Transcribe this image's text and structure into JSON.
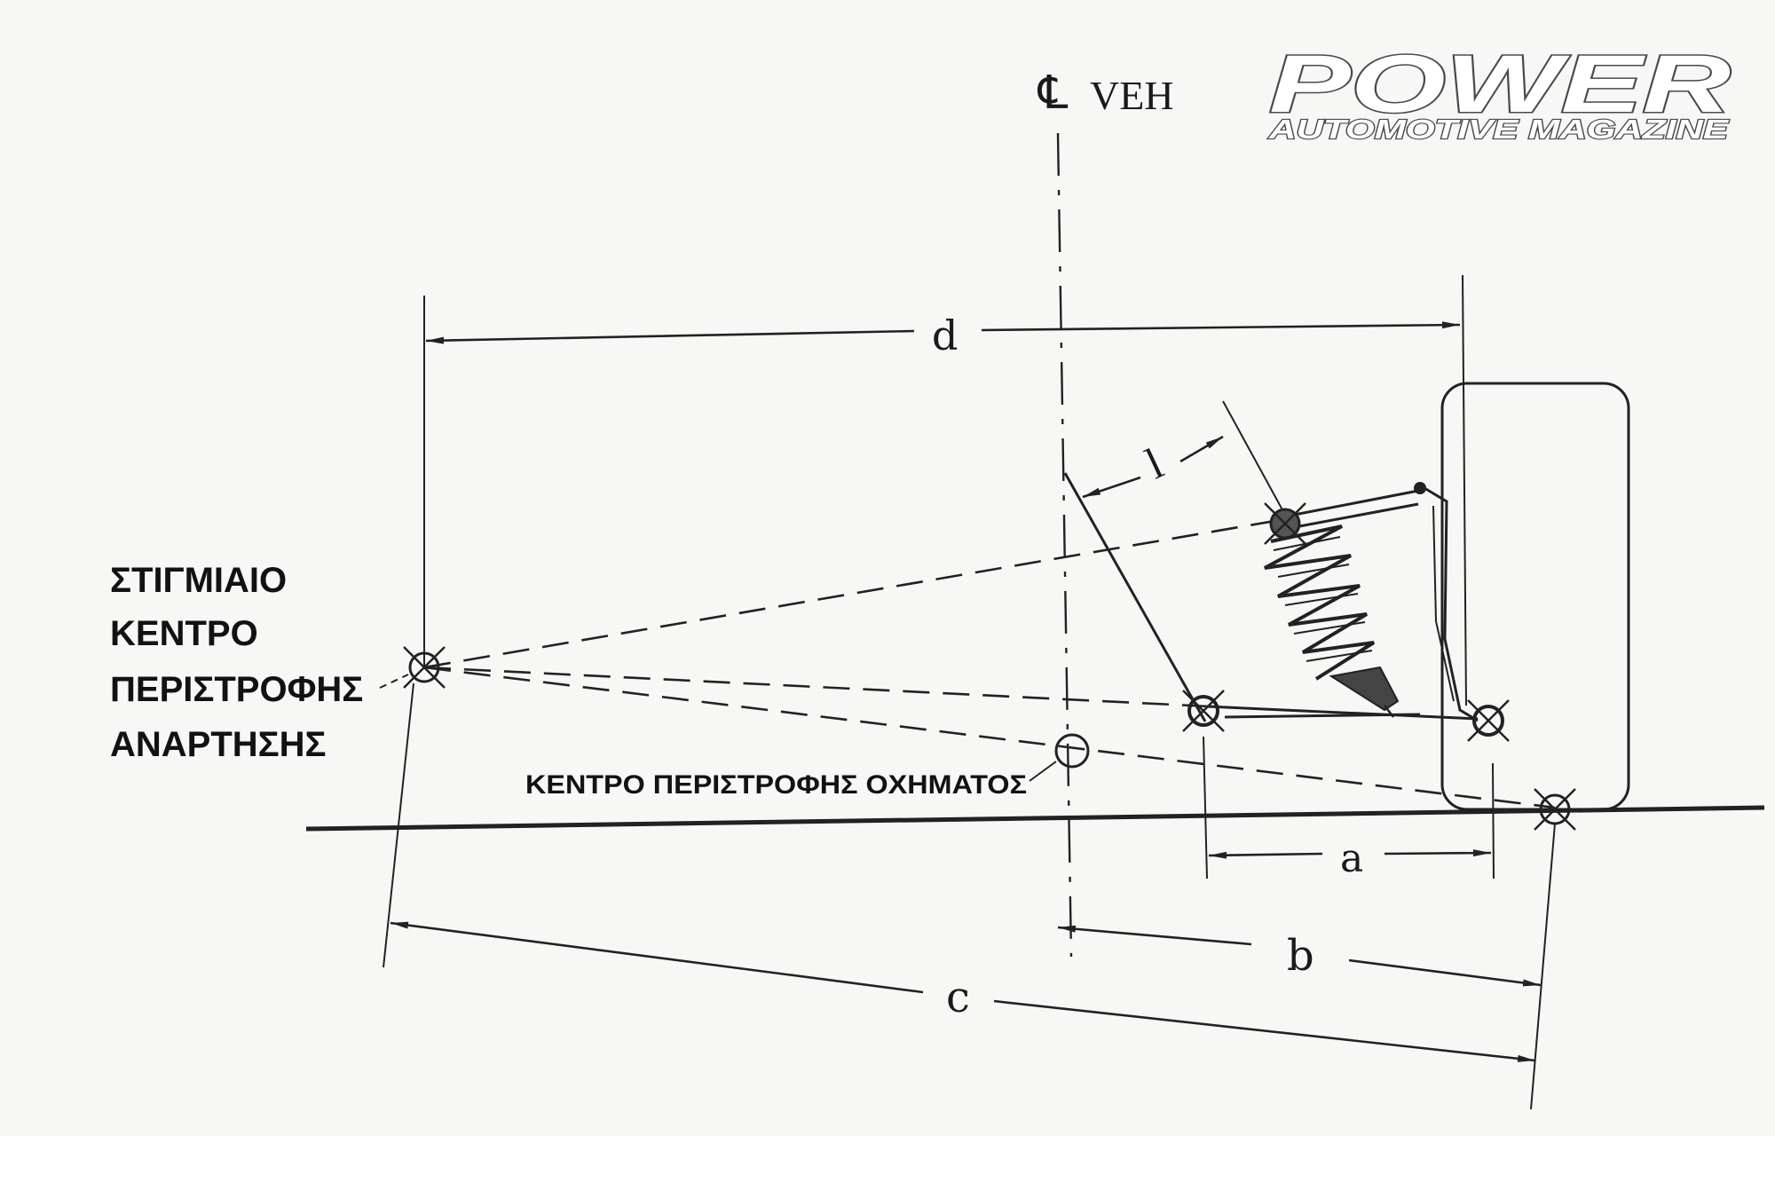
{
  "logo": {
    "title": "POWER",
    "subtitle": "AUTOMOTIVE MAGAZINE"
  },
  "centerline": {
    "symbol": "℄",
    "label": "VEH"
  },
  "labels": {
    "instant_center": [
      "ΣΤΙΓΜΙΑΙΟ",
      "ΚΕΝΤΡΟ",
      "ΠΕΡΙΣΤΡΟΦΗΣ",
      "ΑΝΑΡΤΗΣΗΣ"
    ],
    "roll_center": "ΚΕΝΤΡΟ ΠΕΡΙΣΤΡΟΦΗΣ ΟΧΗΜΑΤΟΣ"
  },
  "dimensions": {
    "a": "a",
    "b": "b",
    "c": "c",
    "d": "d",
    "l": "l"
  },
  "colors": {
    "ink": "#222222",
    "paper": "#f7f7f5"
  }
}
